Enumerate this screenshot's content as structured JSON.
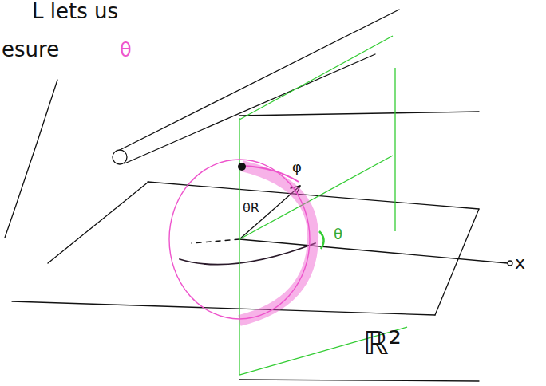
{
  "diagram": {
    "labels": [
      "L lets us",
      "esure",
      "θ",
      "θR",
      "φ",
      "θ",
      "x",
      "ℝ²"
    ]
  }
}
